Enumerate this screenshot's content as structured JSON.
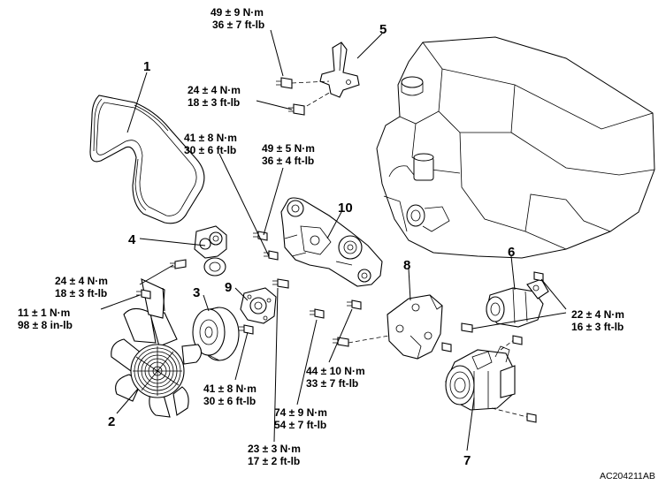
{
  "figure_code": "AC204211AB",
  "callouts": {
    "1": "1",
    "2": "2",
    "3": "3",
    "4": "4",
    "5": "5",
    "6": "6",
    "7": "7",
    "8": "8",
    "9": "9",
    "10": "10"
  },
  "torque_specs": {
    "bolt_5_upper": {
      "nm": "49 ± 9 N·m",
      "ftlb": "36 ± 7 ft-lb"
    },
    "bolt_5_lower": {
      "nm": "24 ± 4 N·m",
      "ftlb": "18 ± 3 ft-lb"
    },
    "bolt_10_left": {
      "nm": "41 ± 8 N·m",
      "ftlb": "30 ± 6 ft-lb"
    },
    "bolt_10_right": {
      "nm": "49 ± 5 N·m",
      "ftlb": "36 ± 4 ft-lb"
    },
    "bolt_4": {
      "nm": "24 ± 4 N·m",
      "ftlb": "18 ± 3 ft-lb"
    },
    "fan_nut": {
      "nm": "11 ± 1 N·m",
      "ftlb": "98 ± 8 in-lb"
    },
    "pulley_9": {
      "nm": "41 ± 8 N·m",
      "ftlb": "30 ± 6 ft-lb"
    },
    "bracket_bolt": {
      "nm": "23 ± 3 N·m",
      "ftlb": "17 ± 2 ft-lb"
    },
    "bracket_8_lower": {
      "nm": "74 ± 9 N·m",
      "ftlb": "54 ± 7 ft-lb"
    },
    "bracket_8_upper": {
      "nm": "44 ± 10 N·m",
      "ftlb": "33 ± 7 ft-lb"
    },
    "part_6": {
      "nm": "22 ± 4 N·m",
      "ftlb": "16 ± 3 ft-lb"
    }
  }
}
